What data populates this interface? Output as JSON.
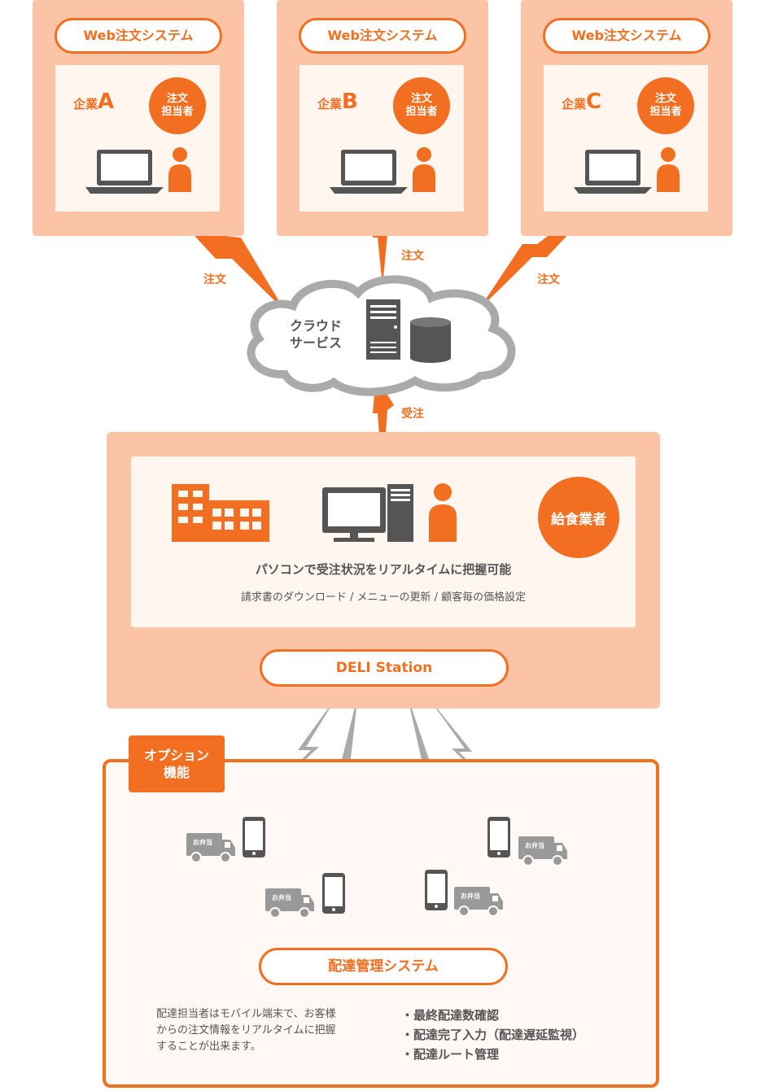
{
  "companies": [
    {
      "system_label": "Web注文システム",
      "prefix": "企業",
      "letter": "A",
      "badge": [
        "注文",
        "担当者"
      ]
    },
    {
      "system_label": "Web注文システム",
      "prefix": "企業",
      "letter": "B",
      "badge": [
        "注文",
        "担当者"
      ]
    },
    {
      "system_label": "Web注文システム",
      "prefix": "企業",
      "letter": "C",
      "badge": [
        "注文",
        "担当者"
      ]
    }
  ],
  "order_labels": {
    "left": "注文",
    "center": "注文",
    "right": "注文"
  },
  "cloud": {
    "label_line1": "クラウド",
    "label_line2": "サービス"
  },
  "receive_label": "受注",
  "caterer": {
    "badge": "給食業者",
    "headline": "パソコンで受注状況をリアルタイムに把握可能",
    "subline": "請求書のダウンロード / メニューの更新 / 顧客毎の価格設定",
    "station_label": "DELI Station"
  },
  "option": {
    "tab_line1": "オプション",
    "tab_line2": "機能",
    "truck_label": "お弁当",
    "system_label": "配達管理システム",
    "description": [
      "配達担当者はモバイル端末で、お客様",
      "からの注文情報をリアルタイムに把握",
      "することが出来ます。"
    ],
    "features": [
      "・最終配達数確認",
      "・配達完了入力（配達遅延監視）",
      "・配達ルート管理"
    ]
  },
  "colors": {
    "accent": "#f26e21",
    "panel": "#fbc4a7",
    "panel_inner": "#fff6f0",
    "dark": "#555555",
    "cloud": "#aaaaaa"
  }
}
